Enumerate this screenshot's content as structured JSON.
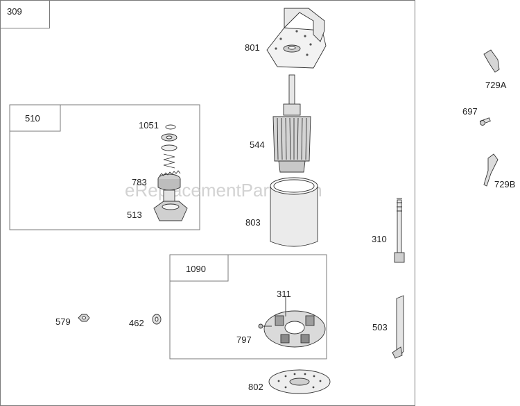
{
  "watermark": "eReplacementParts.com",
  "groups": {
    "main": "309",
    "drive": "510",
    "brush": "1090"
  },
  "labels": {
    "p801": "801",
    "p544": "544",
    "p803": "803",
    "p802": "802",
    "p311": "311",
    "p797": "797",
    "p1051": "1051",
    "p783": "783",
    "p513": "513",
    "p579": "579",
    "p462": "462",
    "p310": "310",
    "p503": "503",
    "p729a": "729A",
    "p697": "697",
    "p729b": "729B"
  }
}
